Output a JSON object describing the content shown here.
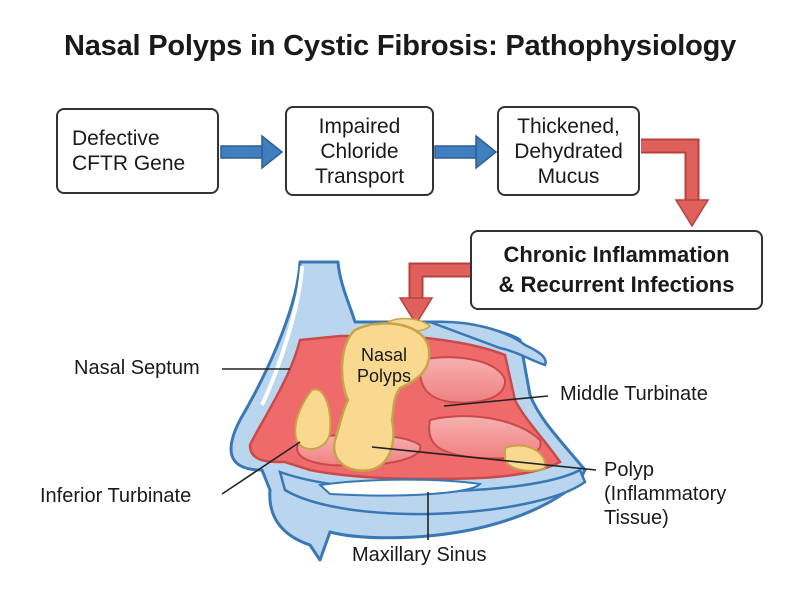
{
  "title": "Nasal Polyps in Cystic Fibrosis: Pathophysiology",
  "flow": {
    "step1": "Defective\nCFTR Gene",
    "step2": "Impaired\nChloride\nTransport",
    "step3": "Thickened,\nDehydrated\nMucus",
    "step4": "Chronic Inflammation\n& Recurrent Infections"
  },
  "labels": {
    "nasal_septum": "Nasal Septum",
    "middle_turbinate": "Middle Turbinate",
    "inferior_turbinate": "Inferior Turbinate",
    "polyp_tissue": "Polyp\n(Inflammatory\nTissue)",
    "maxillary_sinus": "Maxillary Sinus",
    "nasal_polyps": "Nasal\nPolyps"
  },
  "colors": {
    "arrow_blue": "#3f7fc0",
    "arrow_red": "#d9534f",
    "tissue_red": "#ef6b6b",
    "tissue_pink": "#f6a6a6",
    "polyp_yellow": "#f8d98f",
    "bone_blue": "#b9d6ee",
    "outline_blue": "#3a78b5"
  }
}
